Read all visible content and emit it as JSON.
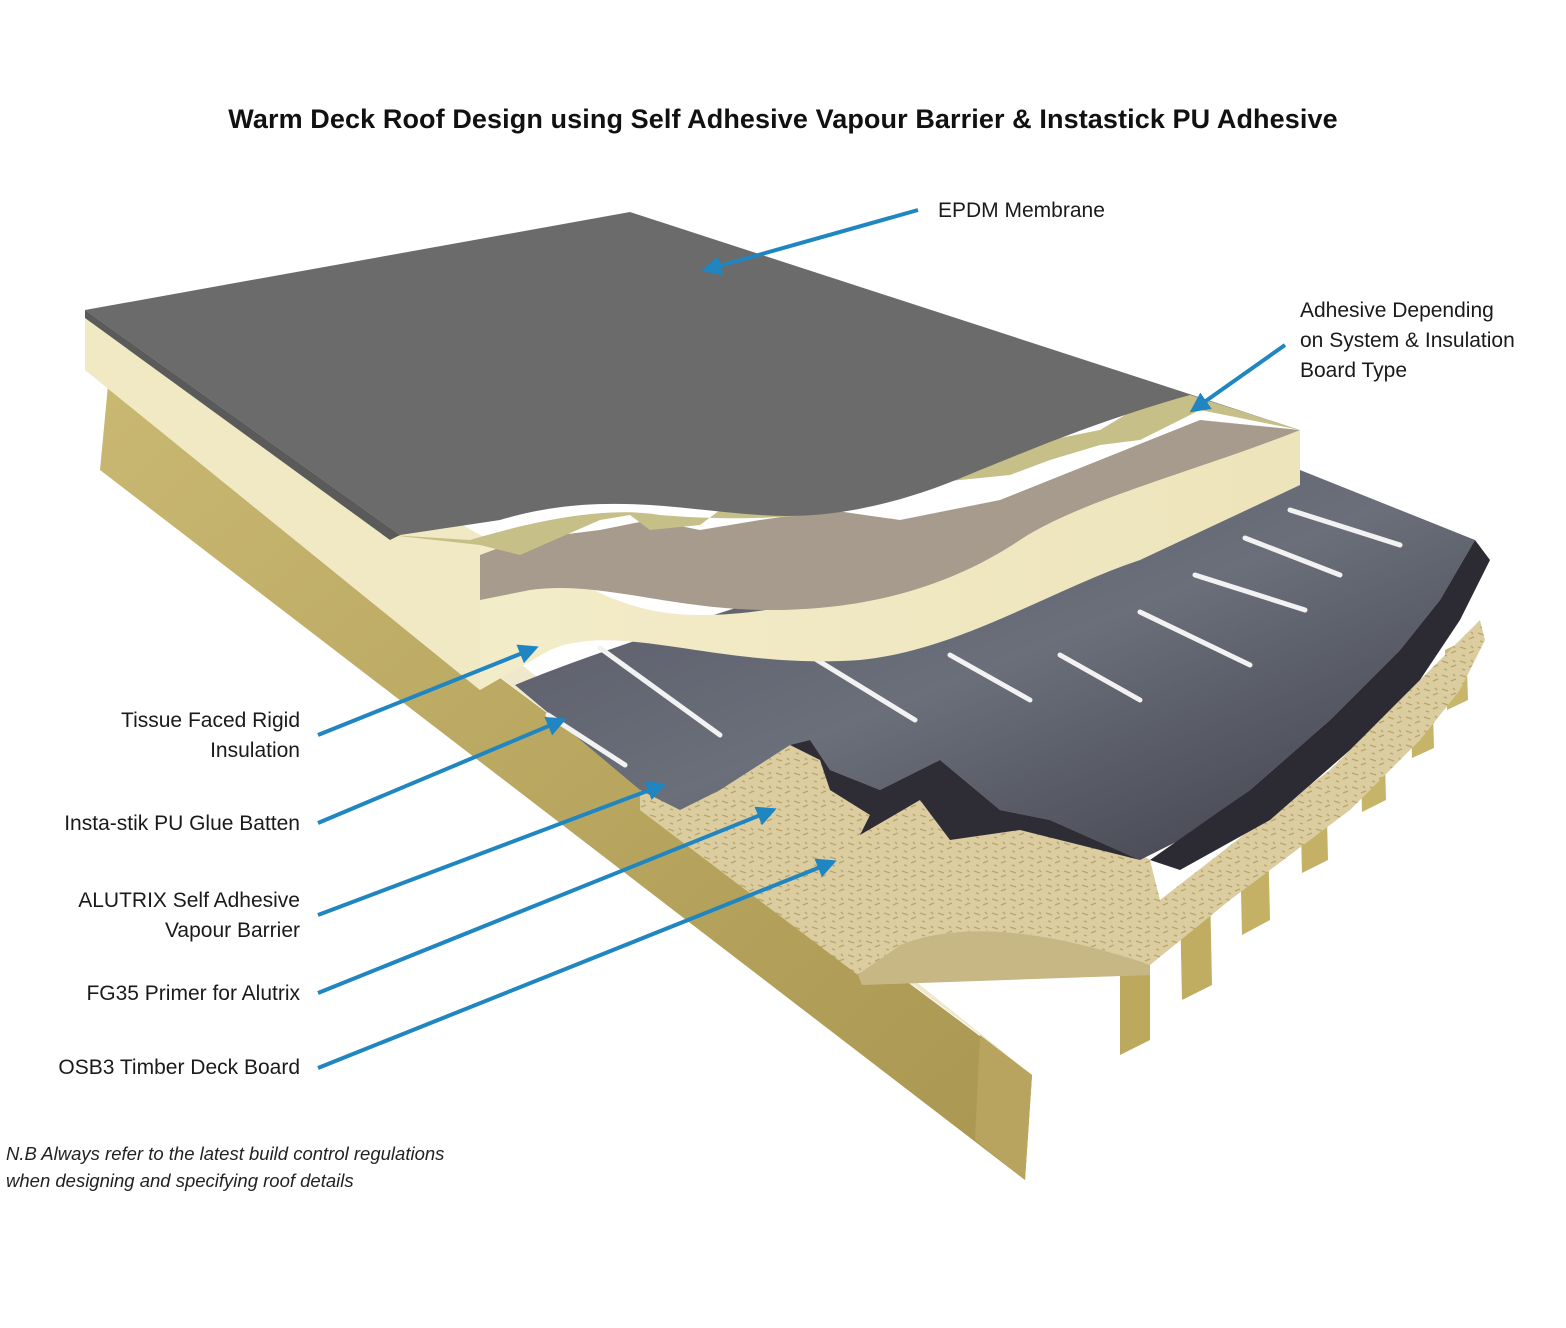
{
  "title": "Warm Deck Roof Design using Self Adhesive Vapour Barrier & Instastick PU Adhesive",
  "labels": {
    "epdm": "EPDM Membrane",
    "adhesive": [
      "Adhesive Depending",
      "on System & Insulation",
      "Board Type"
    ],
    "insulation": [
      "Tissue Faced Rigid",
      "Insulation"
    ],
    "glue_batten": "Insta-stik PU Glue Batten",
    "vapour_barrier": [
      "ALUTRIX Self Adhesive",
      "Vapour Barrier"
    ],
    "primer": "FG35 Primer for Alutrix",
    "deck_board": "OSB3 Timber Deck Board"
  },
  "note": [
    "N.B Always refer to the latest build control regulations",
    "when designing and specifying roof details"
  ],
  "colors": {
    "arrow": "#1f86c1",
    "membrane": "#6b6b6b",
    "insulation": "#f3edc9",
    "adhesive": "#c7c08a",
    "tissue": "#a89e90",
    "vapour_barrier": "#4b4a55",
    "osb": "#d8c99a",
    "timber": "#c8b56a"
  }
}
